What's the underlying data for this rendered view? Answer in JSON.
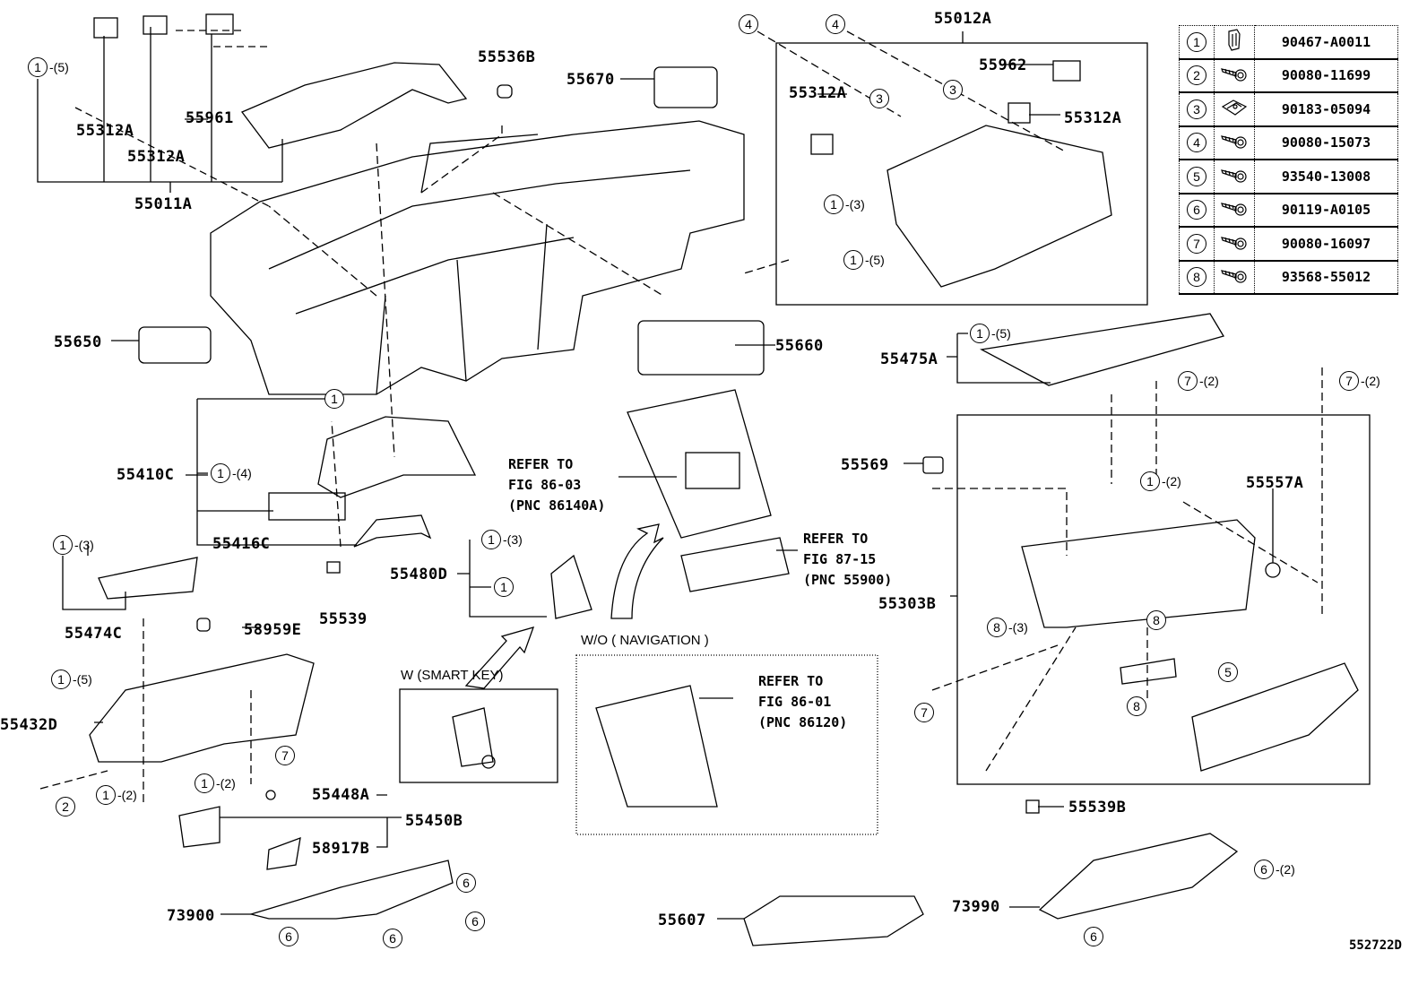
{
  "part_labels": [
    "55312A",
    "55312A",
    "55961",
    "55011A",
    "55536B",
    "55670",
    "55012A",
    "55962",
    "55312A",
    "55312A",
    "55650",
    "55660",
    "55475A",
    "55410C",
    "55416C",
    "55539",
    "55474C",
    "58959E",
    "55480D",
    "55569",
    "55557A",
    "55303B",
    "55432D",
    "55448A",
    "55450B",
    "58917B",
    "55539B",
    "73900",
    "55607",
    "73990"
  ],
  "refer_notes": [
    {
      "line1": "REFER TO",
      "line2": "FIG 86-03",
      "line3": "(PNC 86140A)"
    },
    {
      "line1": "REFER TO",
      "line2": "FIG 87-15",
      "line3": "(PNC 55900)"
    },
    {
      "line1": "REFER TO",
      "line2": "FIG 86-01",
      "line3": "(PNC 86120)"
    }
  ],
  "captions": {
    "without_navigation": "W/O ( NAVIGATION )",
    "with_smart_key": "W (SMART  KEY)"
  },
  "callouts": [
    {
      "num": "1",
      "qty": "-(5)"
    },
    {
      "num": "4",
      "qty": ""
    },
    {
      "num": "4",
      "qty": ""
    },
    {
      "num": "3",
      "qty": ""
    },
    {
      "num": "3",
      "qty": ""
    },
    {
      "num": "1",
      "qty": "-(3)"
    },
    {
      "num": "1",
      "qty": "-(5)"
    },
    {
      "num": "1",
      "qty": "-(5)"
    },
    {
      "num": "7",
      "qty": "-(2)"
    },
    {
      "num": "7",
      "qty": "-(2)"
    },
    {
      "num": "1",
      "qty": ""
    },
    {
      "num": "1",
      "qty": "-(4)"
    },
    {
      "num": "1",
      "qty": "-(3)"
    },
    {
      "num": "1",
      "qty": "-(3)"
    },
    {
      "num": "1",
      "qty": ""
    },
    {
      "num": "1",
      "qty": "-(2)"
    },
    {
      "num": "1",
      "qty": "-(5)"
    },
    {
      "num": "8",
      "qty": "-(3)"
    },
    {
      "num": "8",
      "qty": ""
    },
    {
      "num": "8",
      "qty": ""
    },
    {
      "num": "5",
      "qty": ""
    },
    {
      "num": "7",
      "qty": ""
    },
    {
      "num": "7",
      "qty": ""
    },
    {
      "num": "2",
      "qty": ""
    },
    {
      "num": "1",
      "qty": "-(2)"
    },
    {
      "num": "1",
      "qty": "-(2)"
    },
    {
      "num": "6",
      "qty": ""
    },
    {
      "num": "6",
      "qty": ""
    },
    {
      "num": "6",
      "qty": ""
    },
    {
      "num": "6",
      "qty": ""
    },
    {
      "num": "6",
      "qty": "-(2)"
    },
    {
      "num": "6",
      "qty": ""
    }
  ],
  "fastener_table": [
    {
      "num": "1",
      "icon": "clip-icon",
      "part": "90467-A0011"
    },
    {
      "num": "2",
      "icon": "screw-icon",
      "part": "90080-11699"
    },
    {
      "num": "3",
      "icon": "nut-icon",
      "part": "90183-05094"
    },
    {
      "num": "4",
      "icon": "screw-icon",
      "part": "90080-15073"
    },
    {
      "num": "5",
      "icon": "screw-icon",
      "part": "93540-13008"
    },
    {
      "num": "6",
      "icon": "screw-icon",
      "part": "90119-A0105"
    },
    {
      "num": "7",
      "icon": "screw-icon",
      "part": "90080-16097"
    },
    {
      "num": "8",
      "icon": "screw-icon",
      "part": "93568-55012"
    }
  ],
  "figure_code": "552722D"
}
